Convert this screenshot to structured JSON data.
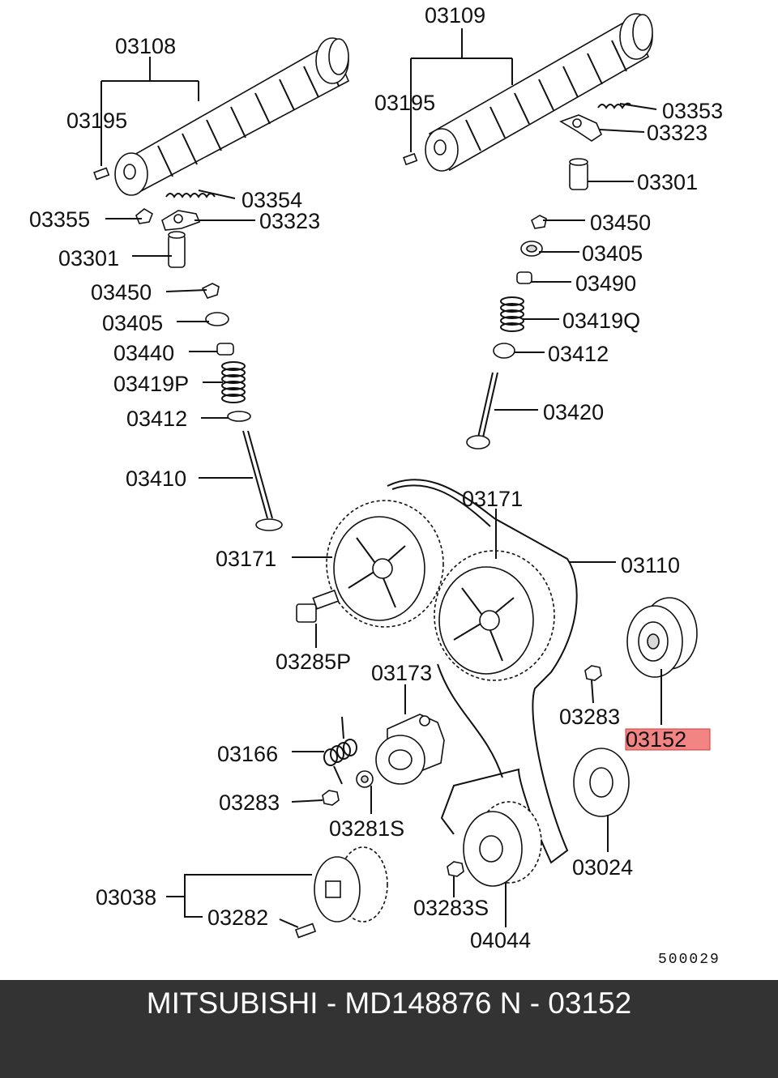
{
  "labels": {
    "cam1": "03108",
    "cam2": "03109",
    "pin1": "03195",
    "pin2": "03195",
    "spring_l": "03354",
    "spring_r": "03353",
    "clip_l": "03355",
    "rocker_l": "03323",
    "rocker_r": "03323",
    "lash_l": "03301",
    "lash_r": "03301",
    "key_l": "03450",
    "key_r": "03450",
    "ret_l": "03405",
    "ret_r": "03405",
    "seal_l": "03440",
    "seal_r": "03490",
    "vspr_l": "03419P",
    "vspr_r": "03419Q",
    "seat_l": "03412",
    "seat_r": "03412",
    "valve_l": "03410",
    "valve_r": "03420",
    "spkt_l": "03171",
    "spkt_r": "03171",
    "belt": "03110",
    "bolt": "03285P",
    "tensioner": "03173",
    "idler": "03152",
    "nut_mid": "03283",
    "tspring": "03166",
    "nut_l": "03283",
    "washer": "03281S",
    "flange": "03024",
    "crank": "03038",
    "key_c": "03282",
    "nut_s": "03283S",
    "pulley": "04044",
    "ref": "500029"
  },
  "highlight_color": "#ef5b5b",
  "footer": {
    "text": "MITSUBISHI - MD148876   N - 03152"
  }
}
